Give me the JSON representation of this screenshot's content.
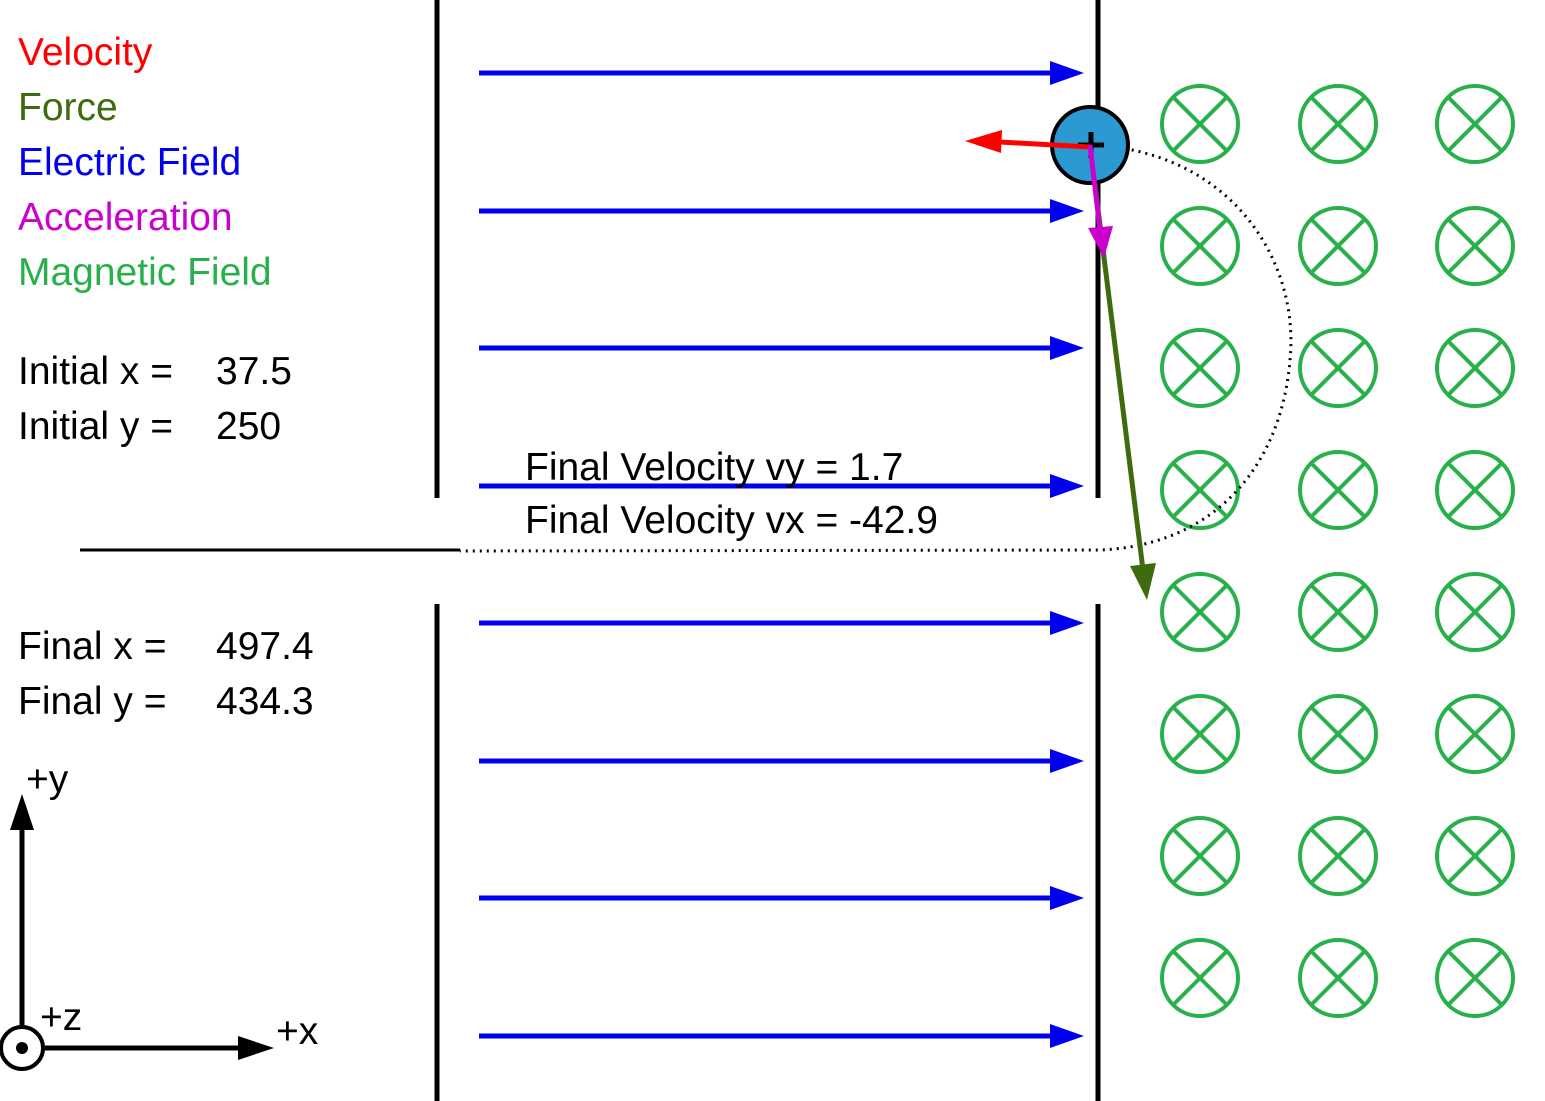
{
  "legend": {
    "items": [
      {
        "label": "Velocity",
        "color": "#ff0000"
      },
      {
        "label": "Force",
        "color": "#3e6b0f"
      },
      {
        "label": "Electric Field",
        "color": "#0000ee"
      },
      {
        "label": "Acceleration",
        "color": "#cc00cc"
      },
      {
        "label": "Magnetic Field",
        "color": "#28b04b"
      }
    ]
  },
  "initial": {
    "x_label": "Initial x =",
    "x_value": "37.5",
    "y_label": "Initial y =",
    "y_value": "250"
  },
  "final": {
    "x_label": "Final x =",
    "x_value": "497.4",
    "y_label": "Final y =",
    "y_value": "434.3"
  },
  "final_velocity": {
    "vy_text": "Final Velocity vy = 1.7",
    "vx_text": "Final Velocity vx = -42.9"
  },
  "axes": {
    "y_label": "+y",
    "x_label": "+x",
    "z_label": "+z"
  },
  "particle": {
    "charge_symbol": "+",
    "fill_color": "#2b9ad3"
  },
  "magnetic_field": {
    "symbol": "into-page-cross-circle-icon",
    "rows": 8,
    "columns": 3,
    "color": "#28b04b"
  },
  "electric_field": {
    "direction": "+x",
    "arrow_count": 8,
    "color": "#0000ee"
  }
}
